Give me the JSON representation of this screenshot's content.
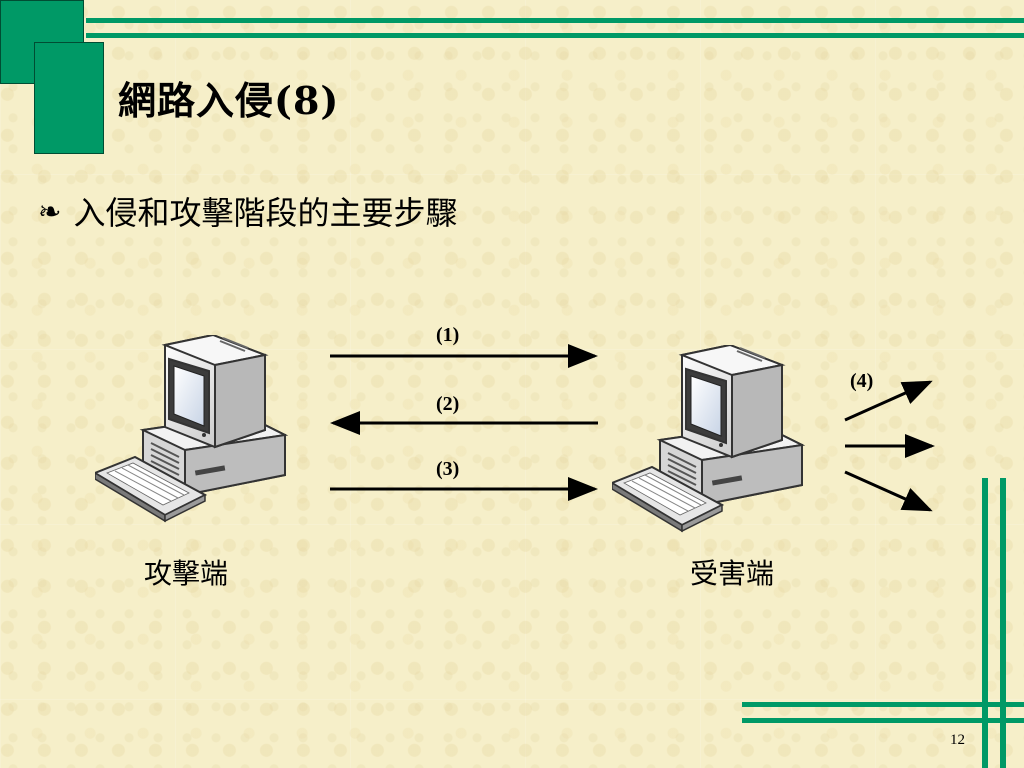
{
  "slide": {
    "title": "網路入侵(8)",
    "bullet_glyph": "❧",
    "bullet_text": "入侵和攻擊階段的主要步驟",
    "page_number": "12"
  },
  "diagram": {
    "steps": [
      "(1)",
      "(2)",
      "(3)",
      "(4)"
    ],
    "attacker_label": "攻擊端",
    "victim_label": "受害端"
  },
  "colors": {
    "accent": "#009966",
    "background": "#f6efc9"
  }
}
